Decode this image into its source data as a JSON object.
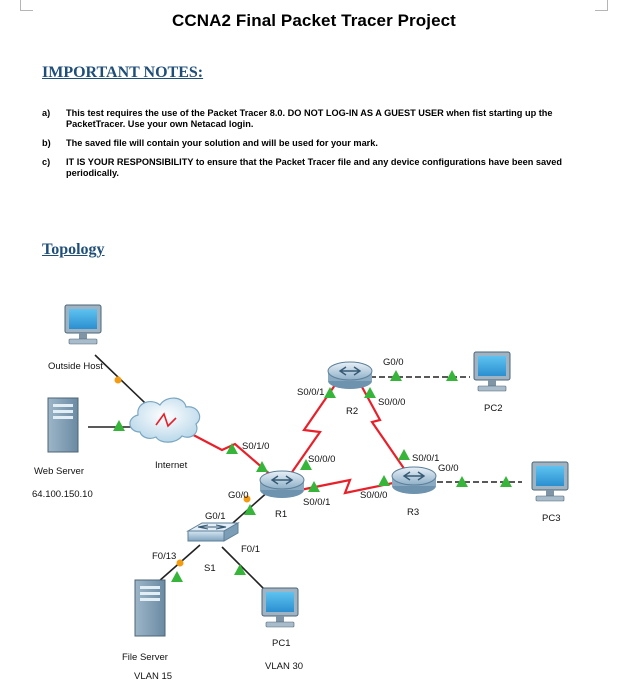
{
  "title": "CCNA2 Final Packet Tracer Project",
  "notes_heading": "IMPORTANT NOTES:",
  "notes": [
    {
      "marker": "a)",
      "text": "This test requires the use of the Packet Tracer 8.0. DO NOT LOG-IN AS A GUEST USER when fist starting up the PacketTracer. Use your own Netacad login."
    },
    {
      "marker": "b)",
      "text": "The saved file will contain your solution and will be used for your mark."
    },
    {
      "marker": "c)",
      "text": "IT IS YOUR RESPONSIBILITY to ensure that the Packet Tracer file and any device configurations have been saved periodically."
    }
  ],
  "topology_heading": "Topology",
  "topology": {
    "devices": {
      "outside_host": "Outside Host",
      "internet": "Internet",
      "web_server": "Web Server",
      "web_server_ip": "64.100.150.10",
      "r1": "R1",
      "r2": "R2",
      "r3": "R3",
      "s1": "S1",
      "pc1": "PC1",
      "pc1_vlan": "VLAN 30",
      "pc2": "PC2",
      "pc3": "PC3",
      "file_server": "File Server",
      "file_server_vlan": "VLAN 15"
    },
    "interfaces": {
      "r1_s0_1_0": "S0/1/0",
      "r1_s0_0_0": "S0/0/0",
      "r1_s0_0_1": "S0/0/1",
      "r1_g0_0": "G0/0",
      "s1_g0_1": "G0/1",
      "s1_f0_1": "F0/1",
      "s1_f0_13": "F0/13",
      "r2_g0_0": "G0/0",
      "r2_s0_0_1": "S0/0/1",
      "r2_s0_0_0": "S0/0/0",
      "r3_s0_0_1": "S0/0/1",
      "r3_s0_0_0": "S0/0/0",
      "r3_g0_0": "G0/0"
    },
    "colors": {
      "serial_link": "#e8202a",
      "ethernet_link": "#222222",
      "link_up": "#37b53a",
      "link_down": "#f39c12"
    }
  }
}
